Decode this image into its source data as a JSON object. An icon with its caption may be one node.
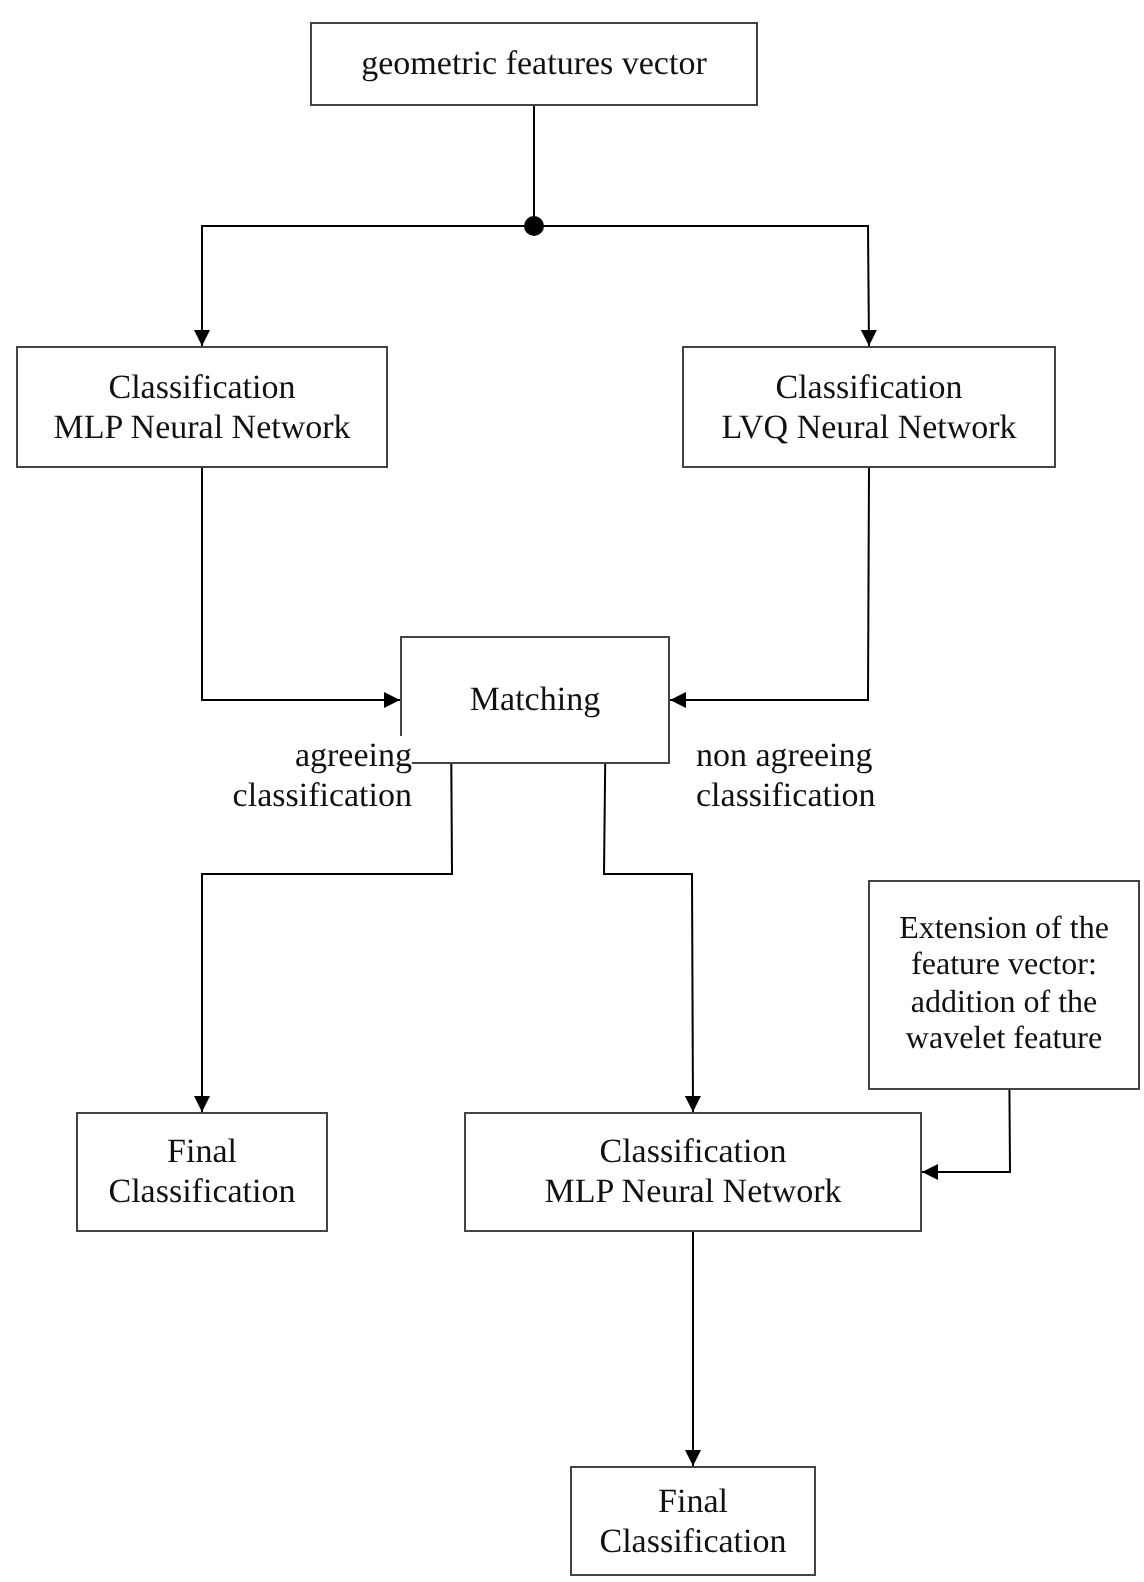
{
  "diagram": {
    "nodes": [
      {
        "text": [
          "geometric features vector"
        ]
      },
      {
        "text": [
          "Classification",
          "MLP Neural Network"
        ]
      },
      {
        "text": [
          "Classification",
          "LVQ Neural Network"
        ]
      },
      {
        "text": [
          "Matching"
        ]
      },
      {
        "text": [
          "Final Classification"
        ]
      },
      {
        "text": [
          "Classification",
          "MLP Neural Network"
        ]
      },
      {
        "text": [
          "Extension of the feature vector: addition of the wavelet feature"
        ]
      },
      {
        "text": [
          "Final Classification"
        ]
      }
    ],
    "edges": [
      {
        "from": 0,
        "to": 1,
        "arrow": "to"
      },
      {
        "from": 0,
        "to": 2,
        "arrow": "to"
      },
      {
        "from": 1,
        "to": 3,
        "arrow": "to"
      },
      {
        "from": 2,
        "to": 3,
        "arrow": "to"
      },
      {
        "from": 3,
        "to": 4,
        "arrow": "to",
        "label": "agreeing classification"
      },
      {
        "from": 3,
        "to": 5,
        "arrow": "to",
        "label": "non agreeing classification"
      },
      {
        "from": 6,
        "to": 5,
        "arrow": "to"
      },
      {
        "from": 5,
        "to": 7,
        "arrow": "to"
      }
    ]
  }
}
